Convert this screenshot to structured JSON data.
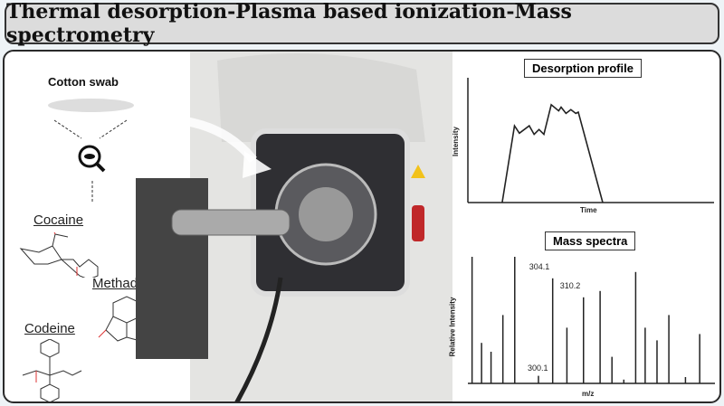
{
  "title": "Thermal desorption-Plasma based ionization-Mass spectrometry",
  "left": {
    "swab_label": "Cotton swab",
    "drugs": [
      "Cocaine",
      "Methadone",
      "Codeine"
    ]
  },
  "chart_data": [
    {
      "type": "line",
      "title": "Desorption profile",
      "xlabel": "Time",
      "ylabel": "Intensity",
      "x": [
        14,
        19,
        21,
        25,
        27,
        29,
        31,
        34,
        37,
        38,
        40,
        42,
        44,
        45,
        55
      ],
      "y": [
        0,
        62,
        56,
        62,
        55,
        59,
        55,
        79,
        74,
        77,
        72,
        75,
        72,
        73,
        0
      ],
      "xlim": [
        0,
        100
      ],
      "ylim": [
        0,
        100
      ]
    },
    {
      "type": "bar",
      "title": "Mass spectra",
      "xlabel": "m/z",
      "ylabel": "Relative Intensity",
      "x": [
        1,
        5,
        9,
        14,
        19,
        29,
        35,
        41,
        48,
        55,
        60,
        65,
        70,
        74,
        79,
        84,
        91,
        97
      ],
      "values": [
        100,
        32,
        25,
        54,
        100,
        6,
        83,
        44,
        68,
        73,
        21,
        3,
        88,
        44,
        34,
        54,
        5,
        39
      ],
      "annotations": [
        {
          "index": 5,
          "text": "300.1"
        },
        {
          "index": 6,
          "text": "304.1"
        },
        {
          "index": 8,
          "text": "310.2"
        }
      ],
      "xlim": [
        0,
        100
      ],
      "ylim": [
        0,
        100
      ]
    }
  ]
}
